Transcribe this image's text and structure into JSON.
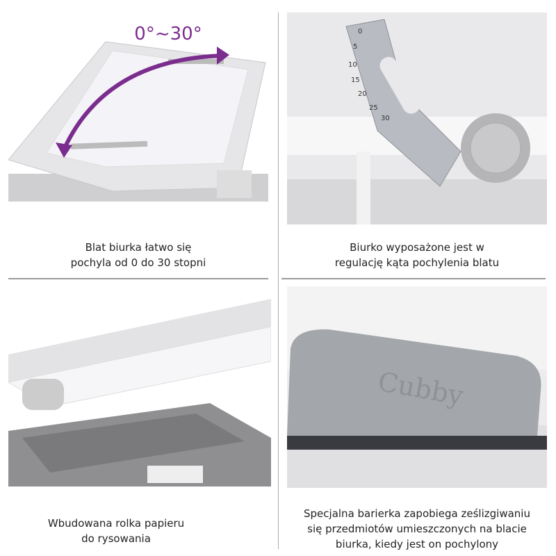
{
  "panels": [
    {
      "caption_line1": "Blat biurka łatwo się",
      "caption_line2": "pochyla od 0 do 30 stopni",
      "overlay": "0°~30°"
    },
    {
      "caption_line1": "Biurko wyposażone jest w",
      "caption_line2": "regulację kąta pochylenia blatu",
      "scale": [
        "0",
        "5",
        "10",
        "15",
        "20",
        "25",
        "30"
      ]
    },
    {
      "caption_line1": "Wbudowana rolka papieru",
      "caption_line2": "do rysowania"
    },
    {
      "caption_line1": "Specjalna barierka zapobiega ześlizgiwaniu",
      "caption_line2": "się przedmiotów umieszczonych na blacie",
      "caption_line3": "biurka, kiedy jest on pochylony",
      "logo": "Cubby"
    }
  ],
  "colors": {
    "accent": "#7b2d8e",
    "divider": "#999999"
  }
}
